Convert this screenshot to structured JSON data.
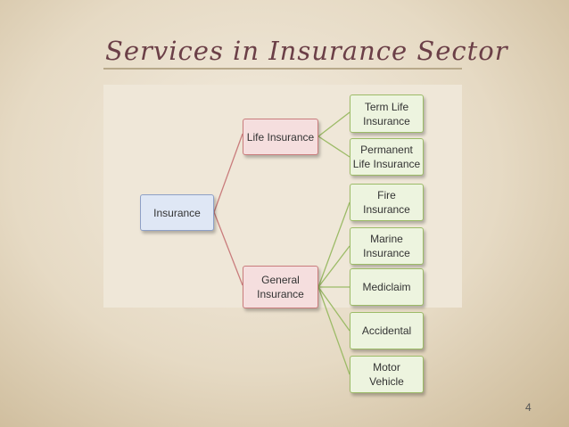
{
  "slide": {
    "title": "Services in Insurance Sector",
    "page_number": "4"
  },
  "diagram": {
    "root": "Insurance",
    "branches": [
      {
        "label": "Life Insurance",
        "children": [
          "Term Life\nInsurance",
          "Permanent\nLife Insurance"
        ]
      },
      {
        "label": "General\nInsurance",
        "children": [
          "Fire\nInsurance",
          "Marine\nInsurance",
          "Mediclaim",
          "Accidental",
          "Motor\nVehicle"
        ]
      }
    ]
  },
  "colors": {
    "root_fill": "#dfe7f5",
    "branch_fill": "#f5dede",
    "leaf_fill": "#edf4df",
    "root_to_branch_line": "#c97c7c",
    "branch_to_leaf_line": "#9cbb67"
  }
}
